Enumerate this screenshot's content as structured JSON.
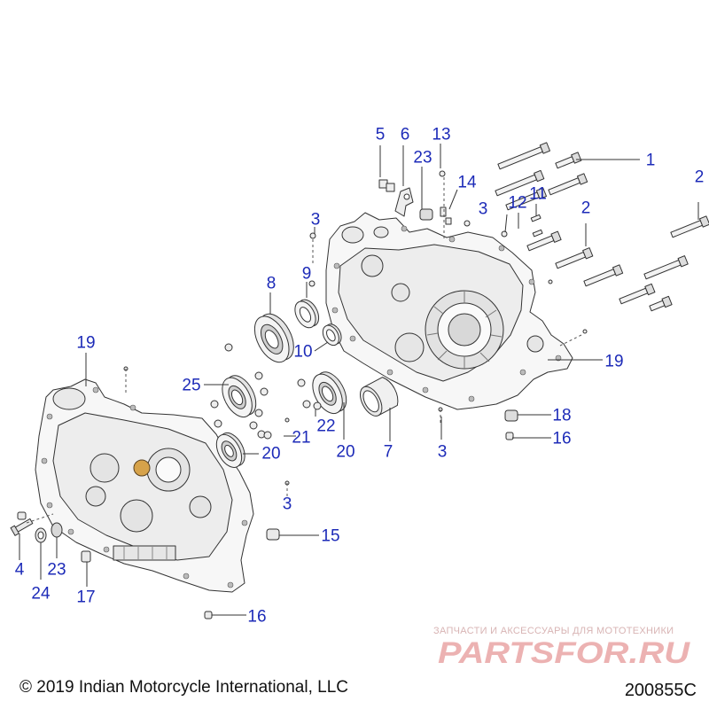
{
  "diagram": {
    "callouts": [
      {
        "id": "c1",
        "text": "1"
      },
      {
        "id": "c2a",
        "text": "2"
      },
      {
        "id": "c2b",
        "text": "2"
      },
      {
        "id": "c3a",
        "text": "3"
      },
      {
        "id": "c3b",
        "text": "3"
      },
      {
        "id": "c3c",
        "text": "3"
      },
      {
        "id": "c3d",
        "text": "3"
      },
      {
        "id": "c4",
        "text": "4"
      },
      {
        "id": "c5",
        "text": "5"
      },
      {
        "id": "c6",
        "text": "6"
      },
      {
        "id": "c7",
        "text": "7"
      },
      {
        "id": "c8",
        "text": "8"
      },
      {
        "id": "c9",
        "text": "9"
      },
      {
        "id": "c10",
        "text": "10"
      },
      {
        "id": "c11",
        "text": "11"
      },
      {
        "id": "c12",
        "text": "12"
      },
      {
        "id": "c13",
        "text": "13"
      },
      {
        "id": "c14",
        "text": "14"
      },
      {
        "id": "c15",
        "text": "15"
      },
      {
        "id": "c16a",
        "text": "16"
      },
      {
        "id": "c16b",
        "text": "16"
      },
      {
        "id": "c17",
        "text": "17"
      },
      {
        "id": "c18",
        "text": "18"
      },
      {
        "id": "c19a",
        "text": "19"
      },
      {
        "id": "c19b",
        "text": "19"
      },
      {
        "id": "c20a",
        "text": "20"
      },
      {
        "id": "c20b",
        "text": "20"
      },
      {
        "id": "c21",
        "text": "21"
      },
      {
        "id": "c22",
        "text": "22"
      },
      {
        "id": "c23a",
        "text": "23"
      },
      {
        "id": "c23b",
        "text": "23"
      },
      {
        "id": "c24",
        "text": "24"
      },
      {
        "id": "c25",
        "text": "25"
      }
    ]
  },
  "footer": {
    "copyright": "© 2019 Indian Motorcycle International, LLC",
    "doc_number": "200855C"
  },
  "watermark": {
    "tagline": "ЗАПЧАСТИ И АКСЕССУАРЫ ДЛЯ МОТОТЕХНИКИ",
    "logo": "PARTSFOR.RU",
    "logo_color": "#e8a0a0"
  },
  "colors": {
    "callout": "#1d2bb8",
    "line_art": "#333333"
  }
}
